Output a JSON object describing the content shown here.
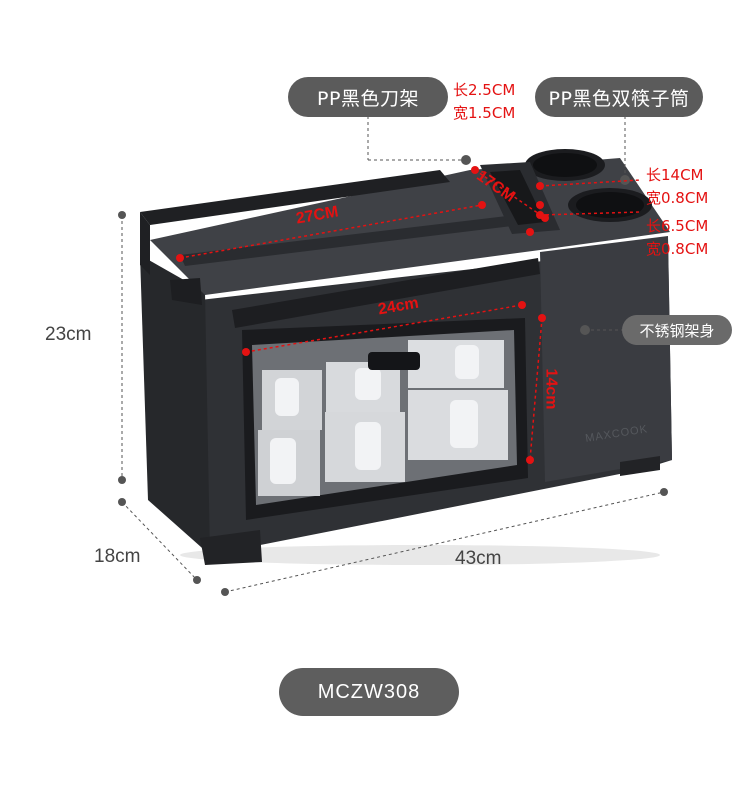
{
  "callouts": {
    "knife_rack": "PP黑色刀架",
    "chopstick_holder": "PP黑色双筷子筒",
    "stainless_frame": "不锈钢架身"
  },
  "knife_slot_dims": {
    "length": "长2.5CM",
    "width": "宽1.5CM"
  },
  "chopstick_slot_dims": {
    "length_1": "长14CM",
    "width_1": "宽0.8CM",
    "length_2": "长6.5CM",
    "width_2": "宽0.8CM"
  },
  "inner_dims": {
    "top_length": "27CM",
    "slot_length": "17CM",
    "drawer_width": "24cm",
    "drawer_height": "14cm"
  },
  "overall_dims": {
    "height": "23cm",
    "depth": "18cm",
    "width": "43cm"
  },
  "brand": "MAXCOOK",
  "model": "MCZW308",
  "colors": {
    "pill": "#5b5b5b",
    "dimension_red": "#e41212",
    "body": "#2f3135"
  }
}
